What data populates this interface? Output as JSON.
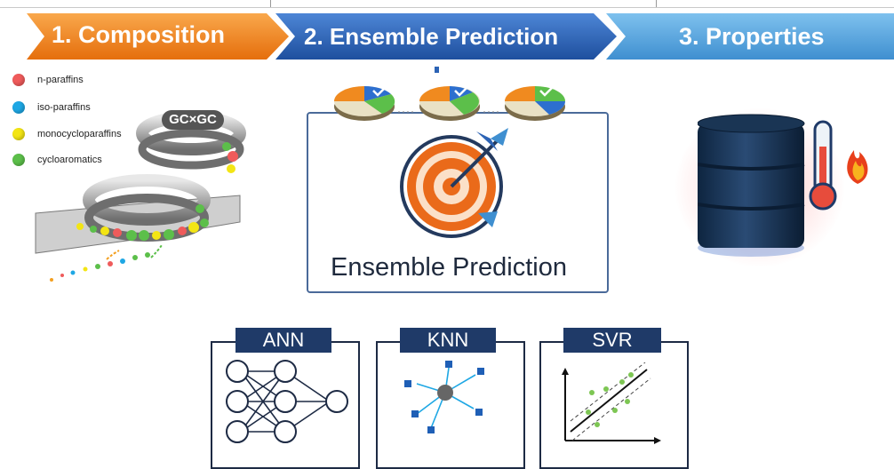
{
  "steps": [
    {
      "label": "1. Composition"
    },
    {
      "label": "2. Ensemble Prediction"
    },
    {
      "label": "3. Properties"
    }
  ],
  "legend": [
    {
      "label": "n-paraffins",
      "color": "#ef5b5b"
    },
    {
      "label": "iso-paraffins",
      "color": "#1ea7e4"
    },
    {
      "label": "monocycloparaffins",
      "color": "#f3e514"
    },
    {
      "label": "cycloaromatics",
      "color": "#5cbf4a"
    }
  ],
  "gc_label": "GC×GC",
  "ensemble_label": "Ensemble Prediction",
  "models": [
    {
      "label": "ANN"
    },
    {
      "label": "KNN"
    },
    {
      "label": "SVR"
    }
  ],
  "colors": {
    "step1": "#f58a1f",
    "step2": "#2c63b5",
    "step3": "#5aa6dd",
    "model_tag": "#1f3a68",
    "barrel": "#1a3554"
  }
}
